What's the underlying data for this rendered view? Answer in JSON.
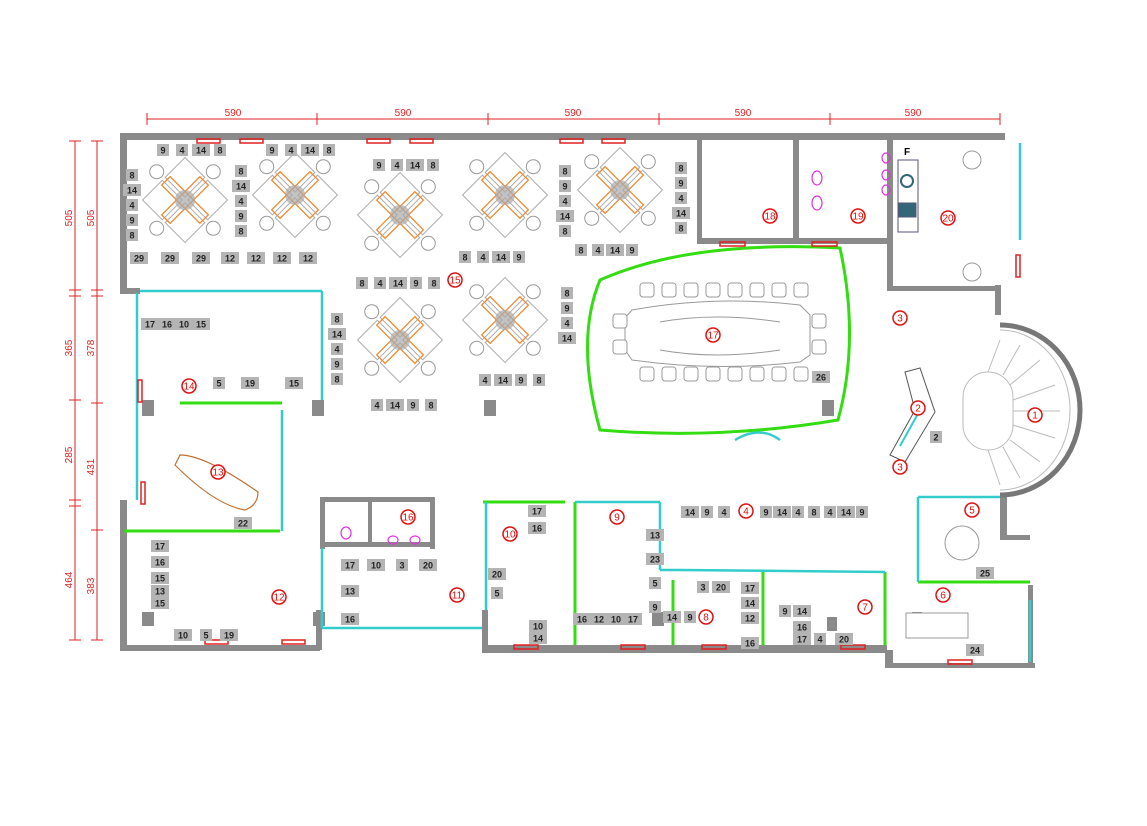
{
  "title": "Office floor plan",
  "colors": {
    "wall": "#8a8a8a",
    "glass": "#33dd11",
    "window": "#33cccc",
    "dimension": "#e02020",
    "furniture": "#aaaaaa",
    "desk_accent": "#f08a30",
    "sanitary": "#dd33dd"
  },
  "dimensions": {
    "top": [
      "590",
      "590",
      "590",
      "590",
      "590"
    ],
    "left_outer": [
      "505",
      "365",
      "285",
      "464"
    ],
    "left_inner": [
      "505",
      "378",
      "431",
      "383"
    ]
  },
  "kitchen_label": "F",
  "rooms": [
    {
      "label": "1"
    },
    {
      "label": "2"
    },
    {
      "label": "3"
    },
    {
      "label": "3"
    },
    {
      "label": "4"
    },
    {
      "label": "5"
    },
    {
      "label": "6"
    },
    {
      "label": "7"
    },
    {
      "label": "8"
    },
    {
      "label": "9"
    },
    {
      "label": "10"
    },
    {
      "label": "11"
    },
    {
      "label": "12"
    },
    {
      "label": "13"
    },
    {
      "label": "14"
    },
    {
      "label": "15"
    },
    {
      "label": "16"
    },
    {
      "label": "17"
    },
    {
      "label": "18"
    },
    {
      "label": "19"
    },
    {
      "label": "20"
    }
  ],
  "tag_groups": [
    {
      "zone": "open-office",
      "values": [
        "9",
        "4",
        "14",
        "8"
      ]
    },
    {
      "zone": "open-office",
      "values": [
        "9",
        "4",
        "14",
        "8"
      ]
    },
    {
      "zone": "open-office",
      "values": [
        "8",
        "14",
        "4",
        "9",
        "8"
      ]
    },
    {
      "zone": "open-office",
      "values": [
        "8",
        "14",
        "4",
        "9",
        "8"
      ]
    },
    {
      "zone": "open-office",
      "values": [
        "29",
        "29",
        "29"
      ]
    },
    {
      "zone": "open-office",
      "values": [
        "12",
        "12",
        "12",
        "12"
      ]
    },
    {
      "zone": "open-office",
      "values": [
        "9",
        "4",
        "14",
        "8"
      ]
    },
    {
      "zone": "open-office",
      "values": [
        "8",
        "4",
        "14",
        "9",
        "8"
      ]
    },
    {
      "zone": "open-office",
      "values": [
        "8",
        "9",
        "4",
        "14",
        "8"
      ]
    },
    {
      "zone": "open-office",
      "values": [
        "8",
        "4",
        "14",
        "9"
      ]
    },
    {
      "zone": "open-office",
      "values": [
        "8",
        "9",
        "4",
        "14",
        "8"
      ]
    },
    {
      "zone": "open-office",
      "values": [
        "8",
        "4",
        "14",
        "9"
      ]
    },
    {
      "zone": "open-office",
      "values": [
        "8",
        "14",
        "4",
        "9",
        "8"
      ]
    },
    {
      "zone": "open-office",
      "values": [
        "4",
        "14",
        "9",
        "8"
      ]
    },
    {
      "zone": "open-office",
      "values": [
        "8",
        "9",
        "4",
        "14"
      ]
    },
    {
      "zone": "open-office",
      "values": [
        "4",
        "14",
        "9",
        "8"
      ]
    },
    {
      "zone": "room-14",
      "values": [
        "17",
        "16",
        "10",
        "15"
      ]
    },
    {
      "zone": "room-14",
      "values": [
        "5",
        "19",
        "15"
      ]
    },
    {
      "zone": "room-13",
      "values": [
        "22"
      ]
    },
    {
      "zone": "room-12",
      "values": [
        "17",
        "16",
        "15",
        "13",
        "15"
      ]
    },
    {
      "zone": "room-12",
      "values": [
        "10",
        "5",
        "19"
      ]
    },
    {
      "zone": "room-11",
      "values": [
        "17",
        "10",
        "3",
        "20"
      ]
    },
    {
      "zone": "room-11",
      "values": [
        "13",
        "16"
      ]
    },
    {
      "zone": "room-10",
      "values": [
        "17",
        "16"
      ]
    },
    {
      "zone": "room-10",
      "values": [
        "20",
        "5"
      ]
    },
    {
      "zone": "room-10",
      "values": [
        "10",
        "14"
      ]
    },
    {
      "zone": "room-9",
      "values": [
        "13",
        "23",
        "5",
        "9"
      ]
    },
    {
      "zone": "room-9",
      "values": [
        "16",
        "12",
        "10",
        "17"
      ]
    },
    {
      "zone": "room-8",
      "values": [
        "3",
        "20"
      ]
    },
    {
      "zone": "room-8",
      "values": [
        "17",
        "14",
        "12"
      ]
    },
    {
      "zone": "room-8",
      "values": [
        "16"
      ]
    },
    {
      "zone": "room-8",
      "values": [
        "14",
        "9"
      ]
    },
    {
      "zone": "room-4",
      "values": [
        "14",
        "9",
        "4"
      ]
    },
    {
      "zone": "room-4",
      "values": [
        "9",
        "14",
        "4",
        "8",
        "4",
        "14",
        "9"
      ]
    },
    {
      "zone": "room-7",
      "values": [
        "9",
        "14"
      ]
    },
    {
      "zone": "room-7",
      "values": [
        "16"
      ]
    },
    {
      "zone": "room-7",
      "values": [
        "17",
        "4"
      ]
    },
    {
      "zone": "room-7",
      "values": [
        "20"
      ]
    },
    {
      "zone": "room-5",
      "values": [
        "25"
      ]
    },
    {
      "zone": "room-6",
      "values": [
        "24"
      ]
    },
    {
      "zone": "room-2",
      "values": [
        "2"
      ]
    },
    {
      "zone": "room-17",
      "values": [
        "26"
      ]
    }
  ]
}
